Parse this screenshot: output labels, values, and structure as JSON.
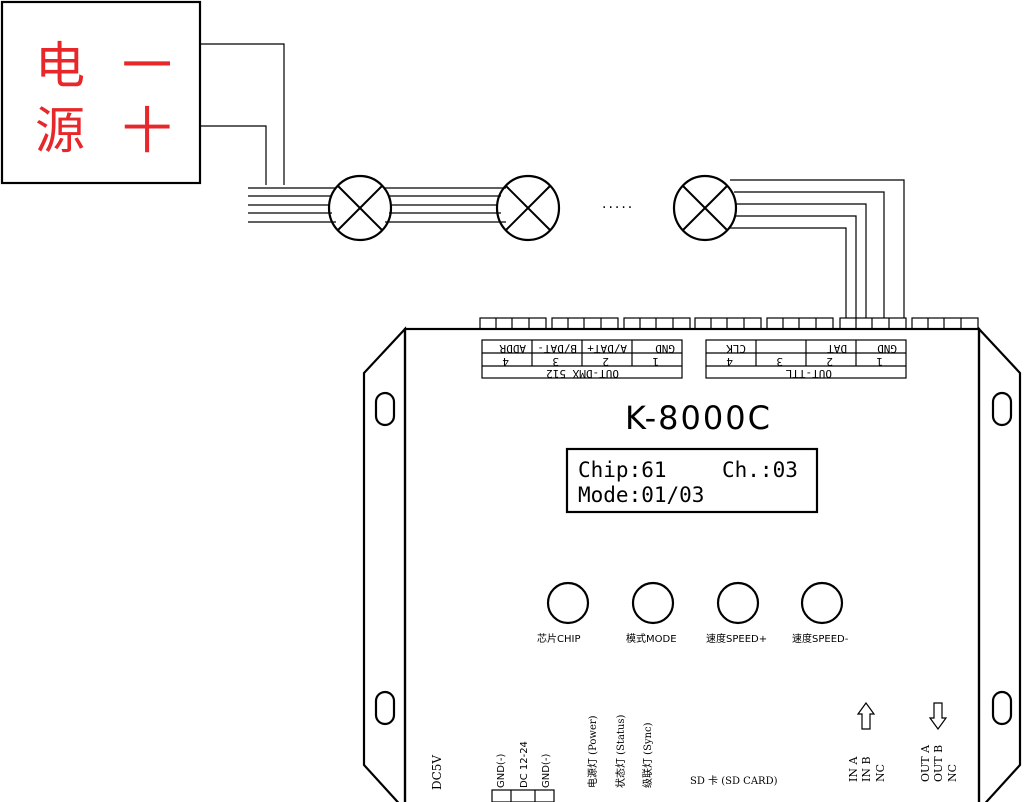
{
  "power_box": {
    "char_1": "电",
    "char_2": "源",
    "minus": "一",
    "plus": "十"
  },
  "ellipsis": ".....",
  "controller": {
    "model": "K-8000C",
    "lcd_line_1_left": "Chip:61",
    "lcd_line_1_right": "Ch.:03",
    "lcd_line_2": "Mode:01/03",
    "buttons": [
      {
        "label": "芯片CHIP"
      },
      {
        "label": "模式MODE"
      },
      {
        "label": "速度SPEED+"
      },
      {
        "label": "速度SPEED-"
      }
    ],
    "dmx_block": {
      "title": "OUT-DMX 512",
      "pins": [
        "ADDR",
        "B/DAT-",
        "A/DAT+",
        "GND"
      ],
      "nums": [
        "4",
        "3",
        "2",
        "1"
      ]
    },
    "ttl_block": {
      "title": "OUT-TTL",
      "pins": [
        "CLK",
        "",
        "DAT",
        "GND"
      ],
      "nums": [
        "4",
        "3",
        "2",
        "1"
      ]
    },
    "bottom": {
      "dc5v": "DC5V",
      "gnd1": "GND(-)",
      "dc1224": "DC 12-24",
      "gnd2": "GND(-)",
      "led_power": "电源灯 (Power)",
      "led_status": "状态灯 (Status)",
      "led_sync": "级联灯 (Sync)",
      "sd_card": "SD 卡 (SD CARD)",
      "in_a": "IN A",
      "in_b": "IN B",
      "in_nc": "NC",
      "out_a": "OUT A",
      "out_b": "OUT B",
      "out_nc": "NC"
    }
  }
}
